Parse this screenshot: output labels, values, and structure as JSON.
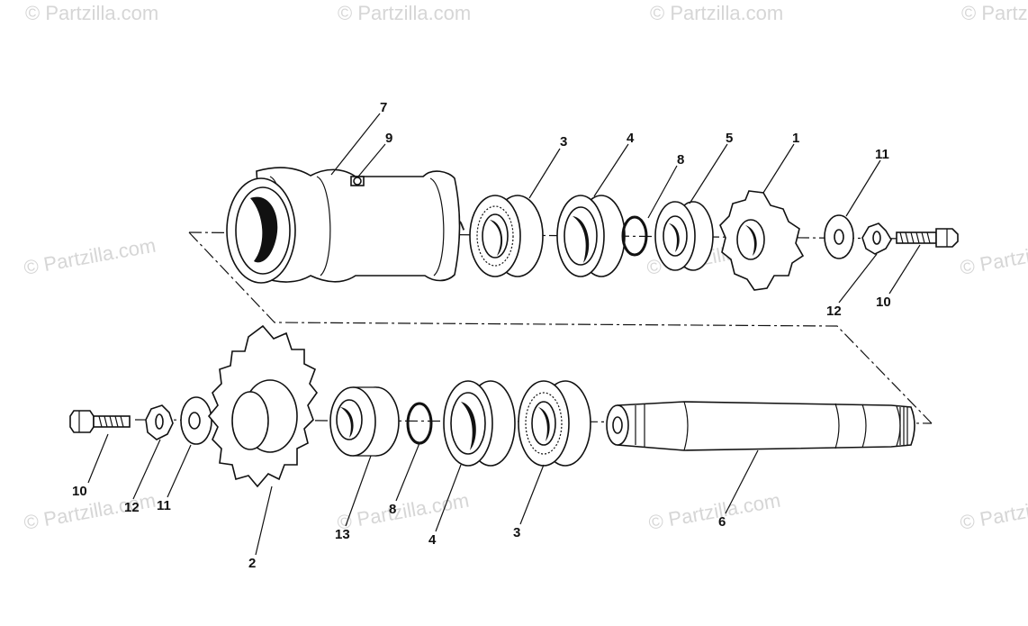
{
  "diagram": {
    "watermark_text": "© Partzilla.com",
    "callouts": {
      "c1": "1",
      "c2": "2",
      "c3a": "3",
      "c3b": "3",
      "c4a": "4",
      "c4b": "4",
      "c5": "5",
      "c6": "6",
      "c7": "7",
      "c8a": "8",
      "c8b": "8",
      "c9": "9",
      "c10a": "10",
      "c10b": "10",
      "c11a": "11",
      "c11b": "11",
      "c12a": "12",
      "c12b": "12",
      "c13": "13"
    }
  }
}
